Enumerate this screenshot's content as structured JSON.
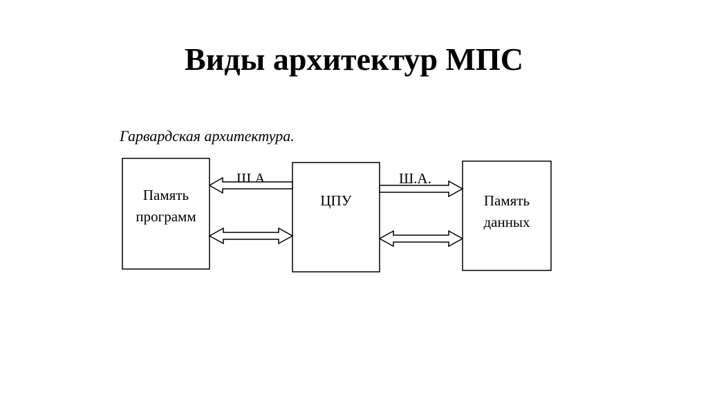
{
  "slide": {
    "title": "Виды архитектур МПС",
    "subtitle": "Гарвардская архитектура."
  },
  "diagram": {
    "blocks": {
      "program_memory": [
        "Память",
        "программ"
      ],
      "cpu": [
        "ЦПУ"
      ],
      "data_memory": [
        "Память",
        "данных"
      ]
    },
    "bus_labels": {
      "left_address_bus": "Ш.А.",
      "right_address_bus": "Ш.А."
    }
  }
}
